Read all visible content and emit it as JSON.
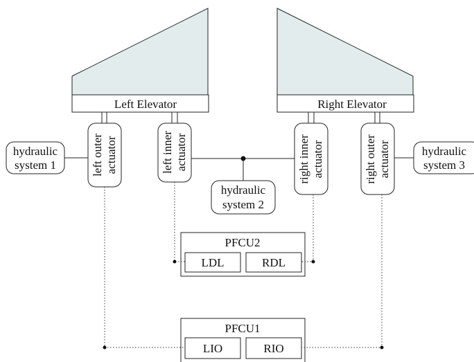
{
  "elevators": {
    "left_label": "Left Elevator",
    "right_label": "Right Elevator",
    "wing_fill": "#e3ecec"
  },
  "actuators": {
    "left_outer": [
      "left outer",
      "actuator"
    ],
    "left_inner": [
      "left inner",
      "actuator"
    ],
    "right_inner": [
      "right inner",
      "actuator"
    ],
    "right_outer": [
      "right outer",
      "actuator"
    ]
  },
  "hydraulics": {
    "system1": [
      "hydraulic",
      "system 1"
    ],
    "system2": [
      "hydraulic",
      "system 2"
    ],
    "system3": [
      "hydraulic",
      "system 3"
    ]
  },
  "pfcu2": {
    "title": "PFCU2",
    "left": "LDL",
    "right": "RDL"
  },
  "pfcu1": {
    "title": "PFCU1",
    "left": "LIO",
    "right": "RIO"
  }
}
